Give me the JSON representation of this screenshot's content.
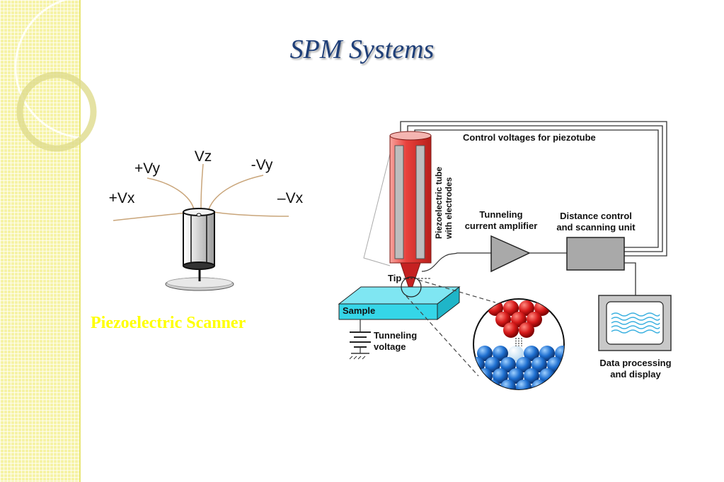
{
  "slide": {
    "title": "SPM Systems",
    "caption": "Piezoelectric Scanner"
  },
  "scanner": {
    "vz": "Vz",
    "plus_vy": "+Vy",
    "minus_vy": "-Vy",
    "plus_vx": "+Vx",
    "minus_vx": "–Vx"
  },
  "diagram": {
    "control_voltages": "Control voltages for piezotube",
    "piezo_tube_line1": "Piezoelectric tube",
    "piezo_tube_line2": "with electrodes",
    "amplifier_line1": "Tunneling",
    "amplifier_line2": "current amplifier",
    "distance_line1": "Distance control",
    "distance_line2": "and scanning unit",
    "tip": "Tip",
    "sample": "Sample",
    "tunneling_voltage_line1": "Tunneling",
    "tunneling_voltage_line2": "voltage",
    "data_processing_line1": "Data processing",
    "data_processing_line2": "and display"
  },
  "colors": {
    "title": "#1f3f78",
    "caption": "#ffff00",
    "sidebar": "#f6f3a6",
    "piezo_tube": "#e8413c",
    "sample": "#35d6e8",
    "tip_atoms": "#d81b1b",
    "sample_atoms": "#1e6fd0"
  }
}
